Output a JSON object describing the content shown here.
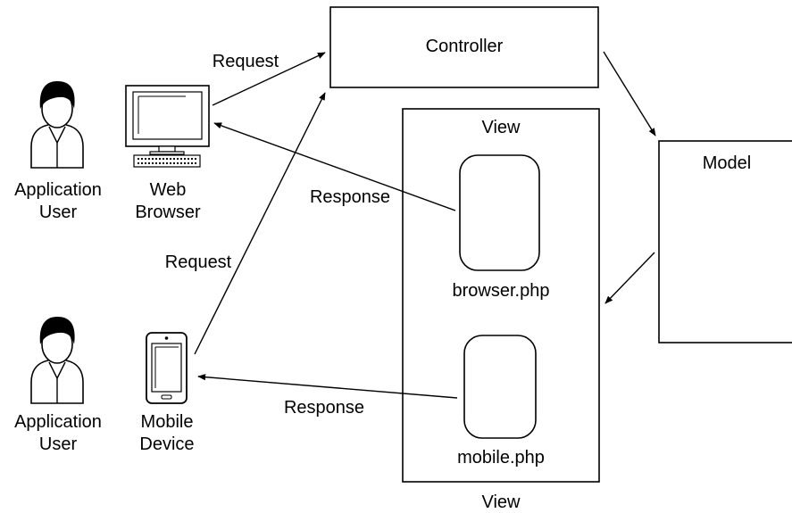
{
  "user_top": {
    "line1": "Application",
    "line2": "User"
  },
  "user_bottom": {
    "line1": "Application",
    "line2": "User"
  },
  "web_browser": {
    "line1": "Web",
    "line2": "Browser"
  },
  "mobile_device": {
    "line1": "Mobile",
    "line2": "Device"
  },
  "controller": {
    "label": "Controller"
  },
  "model": {
    "label": "Model"
  },
  "view": {
    "top_label": "View",
    "bottom_label": "View",
    "browser_template": "browser.php",
    "mobile_template": "mobile.php"
  },
  "edges": {
    "browser_request": "Request",
    "browser_response": "Response",
    "mobile_request": "Request",
    "mobile_response": "Response"
  }
}
